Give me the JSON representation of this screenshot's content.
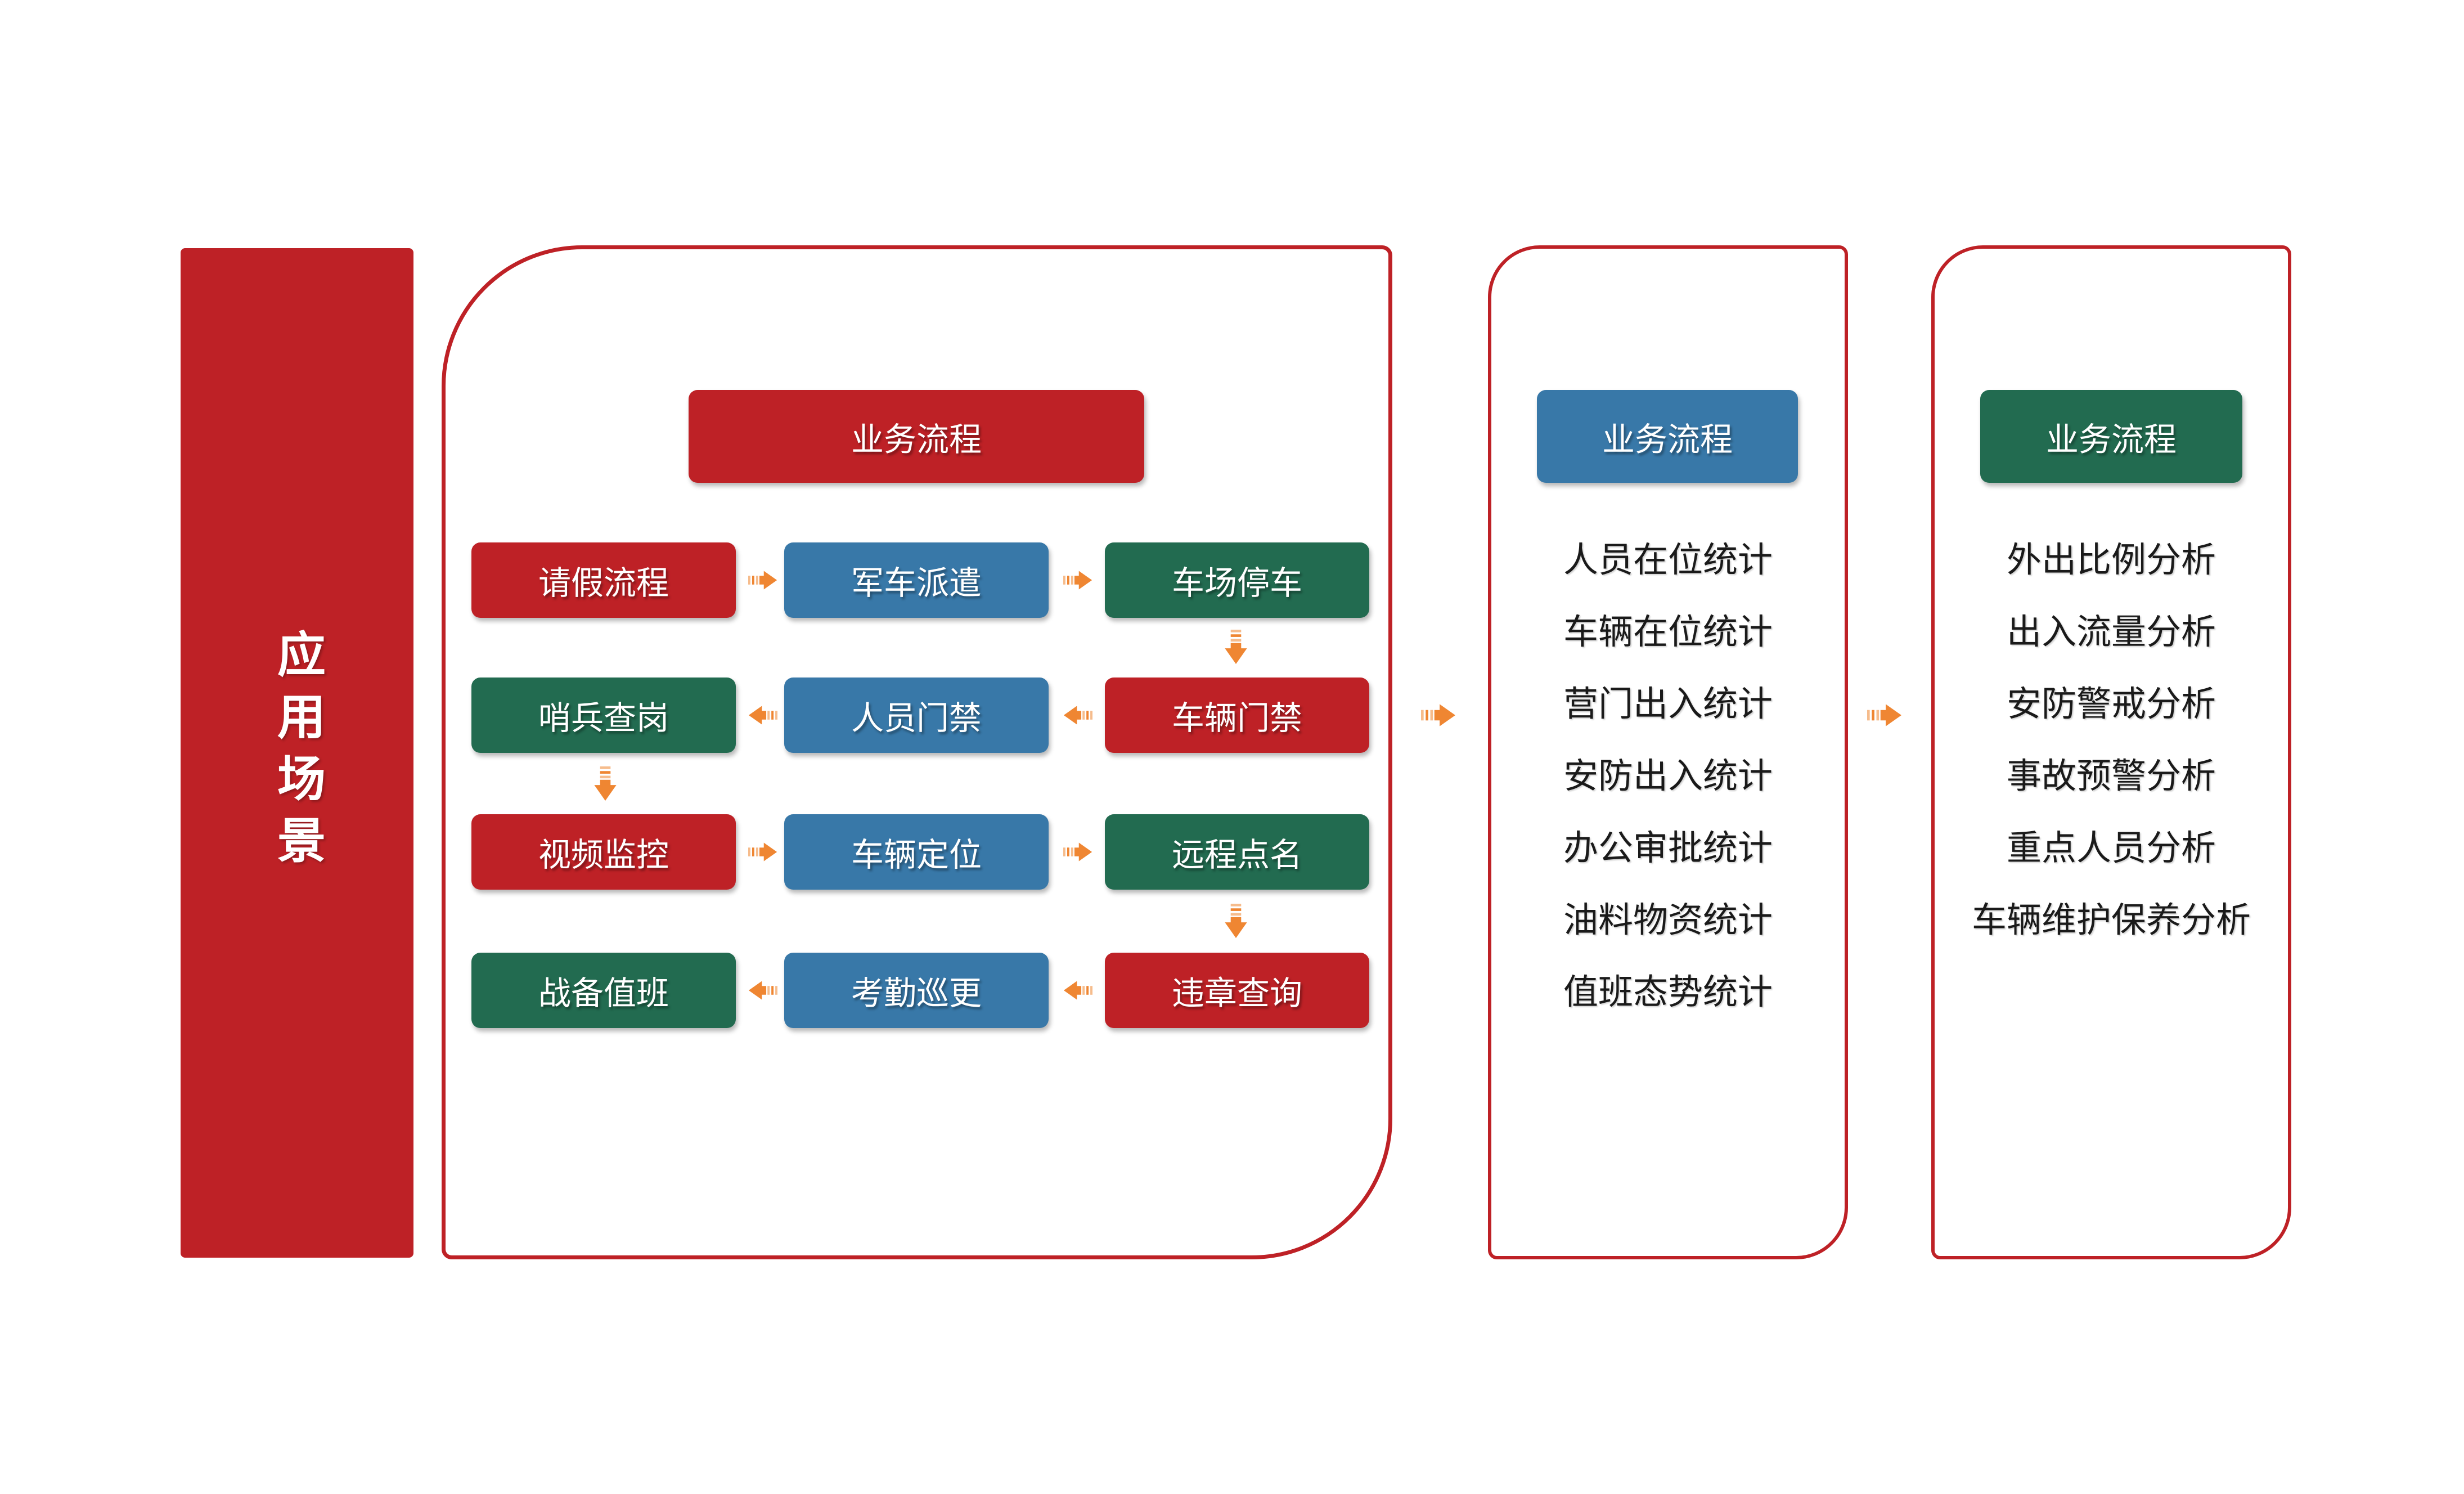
{
  "palette": {
    "red": "#BE2126",
    "blue": "#3878A8",
    "green": "#226B50",
    "orange": "#EF8632",
    "panel_border": "#BE2126",
    "list_text": "#1A1A1A"
  },
  "sidebar": {
    "label": "应用场景"
  },
  "main_panel": {
    "header": {
      "label": "业务流程",
      "color": "red"
    },
    "grid": [
      {
        "flow": "right",
        "boxes": [
          {
            "label": "请假流程",
            "color": "red"
          },
          {
            "label": "军车派遣",
            "color": "blue"
          },
          {
            "label": "车场停车",
            "color": "green"
          }
        ]
      },
      {
        "flow": "left",
        "boxes": [
          {
            "label": "哨兵查岗",
            "color": "green"
          },
          {
            "label": "人员门禁",
            "color": "blue"
          },
          {
            "label": "车辆门禁",
            "color": "red"
          }
        ]
      },
      {
        "flow": "right",
        "boxes": [
          {
            "label": "视频监控",
            "color": "red"
          },
          {
            "label": "车辆定位",
            "color": "blue"
          },
          {
            "label": "远程点名",
            "color": "green"
          }
        ]
      },
      {
        "flow": "left",
        "boxes": [
          {
            "label": "战备值班",
            "color": "green"
          },
          {
            "label": "考勤巡更",
            "color": "blue"
          },
          {
            "label": "违章查询",
            "color": "red"
          }
        ]
      }
    ]
  },
  "stats_panel": {
    "header": {
      "label": "业务流程",
      "color": "blue"
    },
    "items": [
      "人员在位统计",
      "车辆在位统计",
      "营门出入统计",
      "安防出入统计",
      "办公审批统计",
      "油料物资统计",
      "值班态势统计"
    ]
  },
  "analysis_panel": {
    "header": {
      "label": "业务流程",
      "color": "green"
    },
    "items": [
      "外出比例分析",
      "出入流量分析",
      "安防警戒分析",
      "事故预警分析",
      "重点人员分析",
      "车辆维护保养分析"
    ]
  }
}
